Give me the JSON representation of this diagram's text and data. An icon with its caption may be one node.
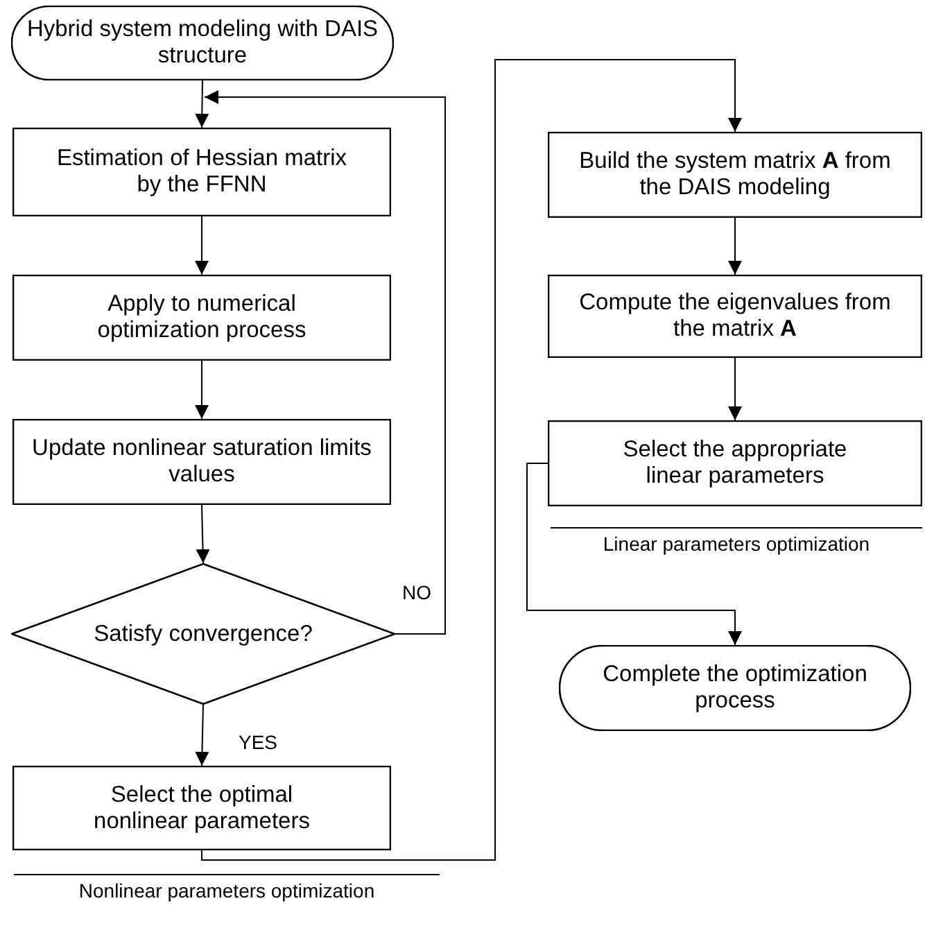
{
  "diagram": {
    "nodes": [
      {
        "text": [
          "Hybrid system modeling with DAIS structure"
        ]
      },
      {
        "text": [
          "Estimation of Hessian matrix by the FFNN"
        ]
      },
      {
        "text": [
          "Apply to numerical optimization process"
        ]
      },
      {
        "text": [
          "Update nonlinear saturation limits values"
        ]
      },
      {
        "text": [
          "Satisfy convergence?"
        ]
      },
      {
        "text": [
          "Select the optimal nonlinear parameters"
        ]
      },
      {
        "text": [
          "Build the system matrix **A** from the DAIS modeling"
        ]
      },
      {
        "text": [
          "Compute the eigenvalues from the matrix **A**"
        ]
      },
      {
        "text": [
          "Select the appropriate linear parameters"
        ]
      },
      {
        "text": [
          "Complete the optimization process"
        ]
      }
    ],
    "edges": [
      {
        "from": 0,
        "to": 1,
        "arrow": "to"
      },
      {
        "from": 1,
        "to": 2,
        "arrow": "to"
      },
      {
        "from": 2,
        "to": 3,
        "arrow": "to"
      },
      {
        "from": 3,
        "to": 4,
        "arrow": "to"
      },
      {
        "from": 4,
        "to": 1,
        "arrow": "to",
        "label": "NO"
      },
      {
        "from": 4,
        "to": 5,
        "arrow": "to",
        "label": "YES"
      },
      {
        "from": 5,
        "to": 6,
        "arrow": "to"
      },
      {
        "from": 6,
        "to": 7,
        "arrow": "to"
      },
      {
        "from": 7,
        "to": 8,
        "arrow": "to"
      },
      {
        "from": 8,
        "to": 9,
        "arrow": "to"
      }
    ],
    "labels": [
      "Linear parameters optimization",
      "Nonlinear parameters optimization"
    ]
  }
}
